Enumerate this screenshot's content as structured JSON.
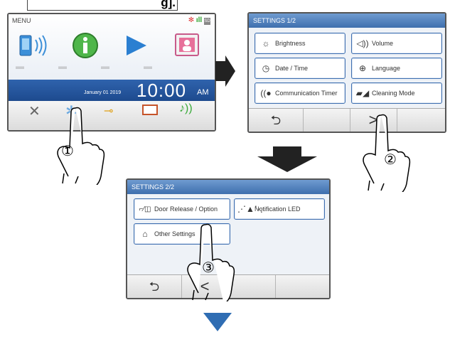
{
  "top_box": {
    "text": "g]."
  },
  "menu_screen": {
    "title": "MENU",
    "date": "January 01 2019",
    "time": "10:00",
    "ampm": "AM",
    "status_icons": [
      "snowflake-icon",
      "signal-icon",
      "sd-card-icon"
    ],
    "row_icons": [
      "phone-wireless-icon",
      "info-icon",
      "play-icon",
      "contact-icon"
    ],
    "bottom_icons": [
      "close-icon",
      "gear-icon",
      "key-icon",
      "monitor-icon",
      "speaker-icon"
    ]
  },
  "settings1": {
    "title": "SETTINGS 1/2",
    "buttons": [
      {
        "label": "Brightness",
        "icon": "brightness-icon"
      },
      {
        "label": "Volume",
        "icon": "volume-icon"
      },
      {
        "label": "Date / Time",
        "icon": "clock-icon"
      },
      {
        "label": "Language",
        "icon": "globe-icon"
      },
      {
        "label": "Communication Timer",
        "icon": "communication-timer-icon"
      },
      {
        "label": "Cleaning Mode",
        "icon": "cleaning-icon"
      }
    ]
  },
  "settings2": {
    "title": "SETTINGS 2/2",
    "buttons": [
      {
        "label": "Door Release / Option",
        "icon": "door-release-icon"
      },
      {
        "label": "Notification LED",
        "icon": "led-icon"
      },
      {
        "label": "Other Settings",
        "icon": "house-icon"
      }
    ]
  },
  "steps": [
    "①",
    "②",
    "③"
  ],
  "colors": {
    "accent": "#3e6fae",
    "arrow": "#222222",
    "down_arrow_blue": "#2f6db3"
  }
}
